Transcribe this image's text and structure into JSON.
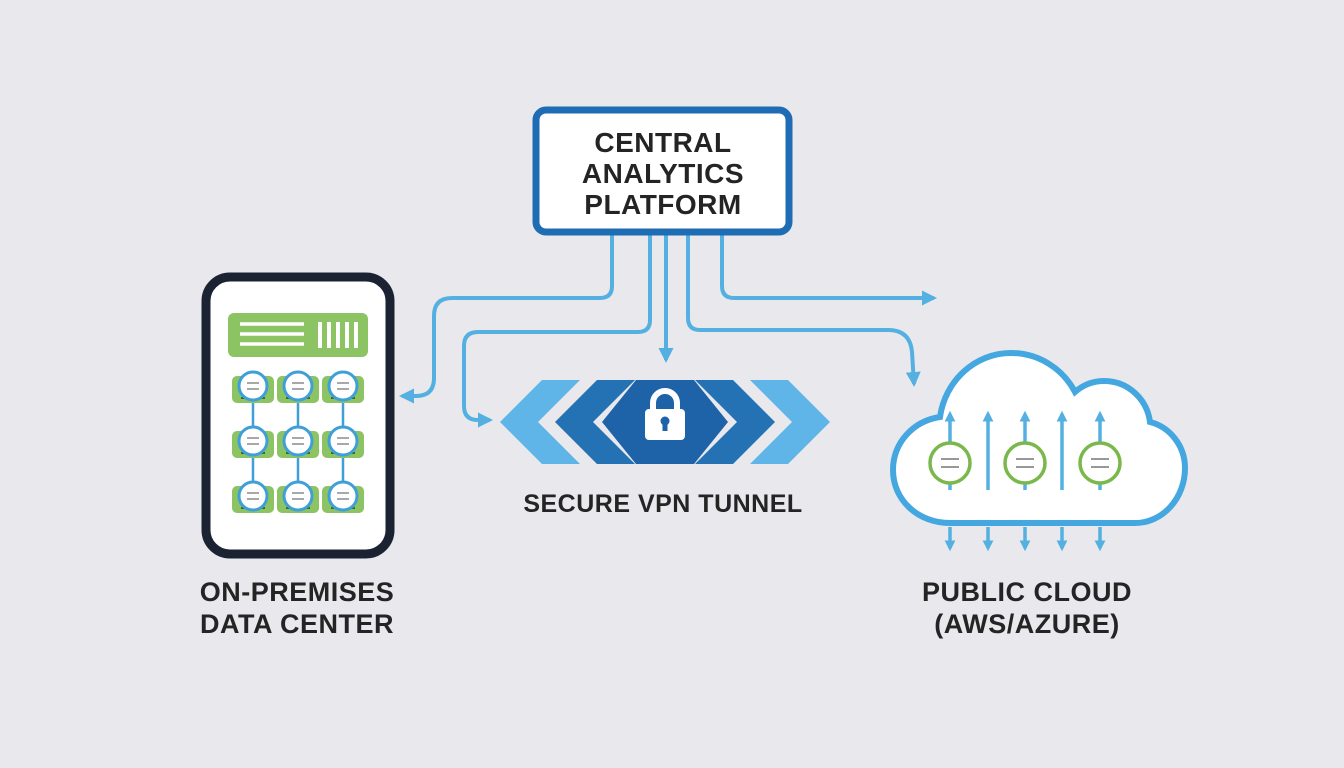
{
  "central_platform": {
    "line1": "CENTRAL",
    "line2": "ANALYTICS",
    "line3": "PLATFORM"
  },
  "on_premises": {
    "line1": "ON-PREMISES",
    "line2": "DATA CENTER"
  },
  "vpn_tunnel": {
    "label": "SECURE VPN TUNNEL"
  },
  "public_cloud": {
    "line1": "PUBLIC CLOUD",
    "line2": "(AWS/AZURE)"
  },
  "colors": {
    "background": "#e9e8ec",
    "box_border_blue": "#1e6cb3",
    "connector_blue": "#55b0e2",
    "chevron_light_blue": "#5fb5e7",
    "chevron_dark_blue": "#2471b3",
    "hexagon_blue": "#1e62a8",
    "node_green": "#8cc363",
    "cloud_border_blue": "#45a7e0",
    "cloud_node_green": "#7ab84c",
    "device_border_navy": "#1b2333",
    "text_dark": "#242424",
    "white": "#ffffff"
  },
  "icons": {
    "lock": "lock-icon",
    "cloud": "cloud-icon",
    "server_rack": "server-rack-icon"
  }
}
